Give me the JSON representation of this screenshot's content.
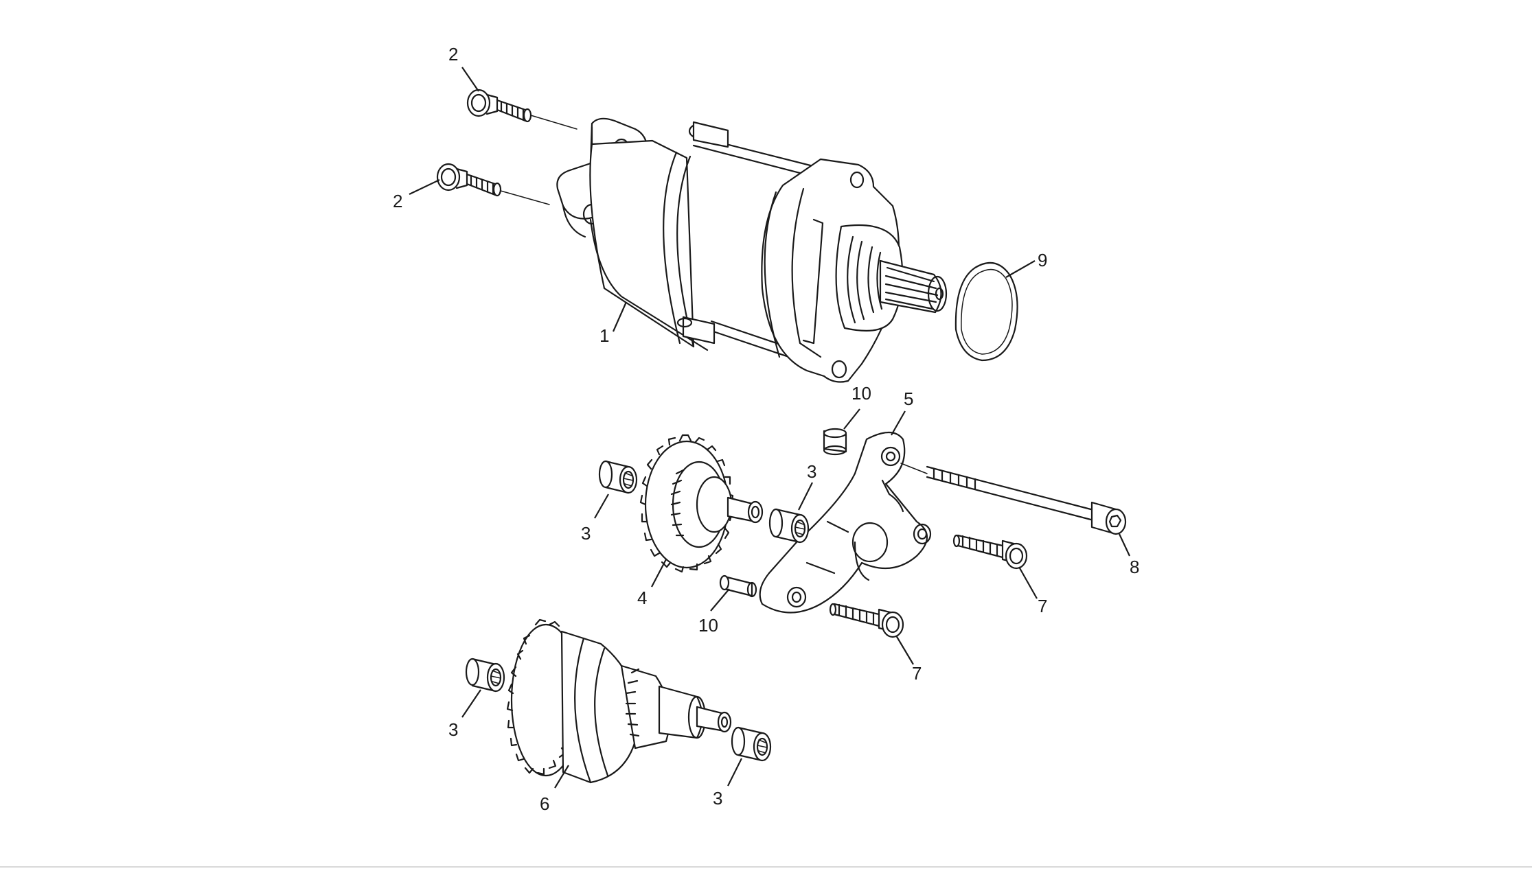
{
  "diagram": {
    "background": "#ffffff",
    "line_color": "#1a1a1a",
    "callouts": [
      {
        "id": "c2a",
        "label": "2"
      },
      {
        "id": "c2b",
        "label": "2"
      },
      {
        "id": "c1",
        "label": "1"
      },
      {
        "id": "c9",
        "label": "9"
      },
      {
        "id": "c10a",
        "label": "10"
      },
      {
        "id": "c5",
        "label": "5"
      },
      {
        "id": "c3a",
        "label": "3"
      },
      {
        "id": "c3b",
        "label": "3"
      },
      {
        "id": "c4",
        "label": "4"
      },
      {
        "id": "c8",
        "label": "8"
      },
      {
        "id": "c7a",
        "label": "7"
      },
      {
        "id": "c10b",
        "label": "10"
      },
      {
        "id": "c7b",
        "label": "7"
      },
      {
        "id": "c3c",
        "label": "3"
      },
      {
        "id": "c6",
        "label": "6"
      },
      {
        "id": "c3d",
        "label": "3"
      }
    ]
  }
}
